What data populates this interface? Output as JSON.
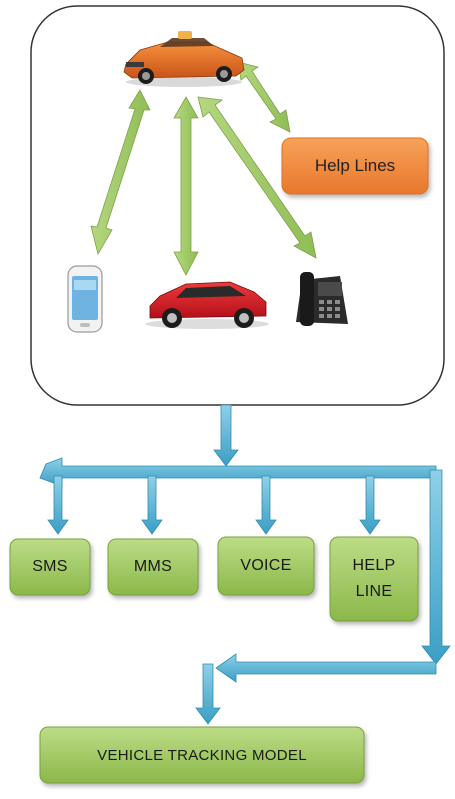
{
  "labels": {
    "help_lines": "Help Lines",
    "sms": "SMS",
    "mms": "MMS",
    "voice": "VOICE",
    "help_line_1": "HELP",
    "help_line_2": "LINE",
    "vehicle_tracking_model": "VEHICLE TRACKING MODEL"
  },
  "colors": {
    "green_box": "#9dc85e",
    "green_arrow": "#9bc860",
    "blue_arrow": "#5fb5d5",
    "orange_box": "#f08a3e",
    "panel_border": "#333333"
  },
  "icons": [
    "sports-car-icon",
    "smartphone-icon",
    "red-car-icon",
    "desk-phone-icon"
  ]
}
